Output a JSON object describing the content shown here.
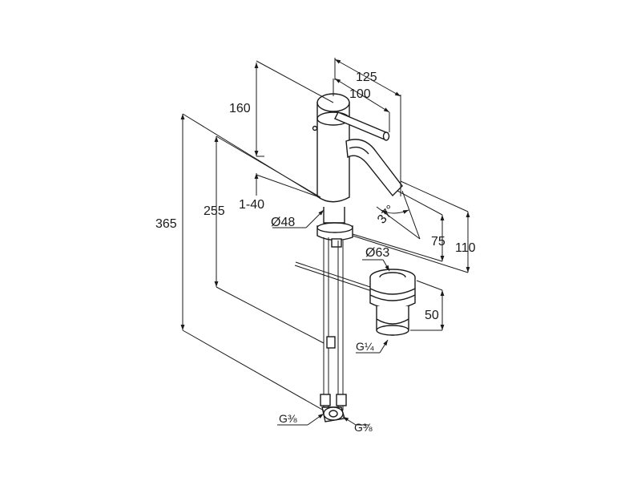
{
  "dimensions": {
    "width_overall": "125",
    "width_lever": "100",
    "height_top": "160",
    "clamp_range": "1-40",
    "body_diameter": "Ø48",
    "total_height": "365",
    "under_counter_height": "255",
    "spout_angle": "37°",
    "spout_height": "75",
    "outlet_height": "110",
    "waste_diameter": "Ø63",
    "waste_height": "50"
  },
  "threads": {
    "waste_connection": "G¼",
    "supply_left": "G⅜",
    "supply_right": "G⅜"
  }
}
